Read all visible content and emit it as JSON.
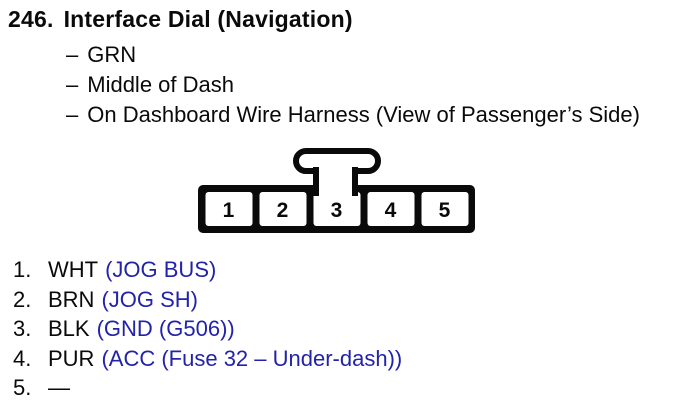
{
  "page": {
    "background": "#ffffff",
    "text_color": "#0a0a0a",
    "accent_blue": "#2323aa"
  },
  "header": {
    "number": "246.",
    "title": "Interface Dial (Navigation)",
    "bullet_char": "–",
    "bullets": [
      "GRN",
      "Middle of Dash",
      "On Dashboard Wire Harness (View of Passenger’s Side)"
    ]
  },
  "connector": {
    "description": "5-pin connector, front view, latch tab on top over pin 3",
    "pins": [
      "1",
      "2",
      "3",
      "4",
      "5"
    ]
  },
  "pin_list": [
    {
      "num": "1.",
      "wire": "WHT",
      "signal": "(JOG BUS)"
    },
    {
      "num": "2.",
      "wire": "BRN",
      "signal": "(JOG SH)"
    },
    {
      "num": "3.",
      "wire": "BLK",
      "signal": "(GND (G506))"
    },
    {
      "num": "4.",
      "wire": "PUR",
      "signal": "(ACC (Fuse 32 – Under-dash))"
    },
    {
      "num": "5.",
      "wire": "—",
      "signal": ""
    }
  ]
}
